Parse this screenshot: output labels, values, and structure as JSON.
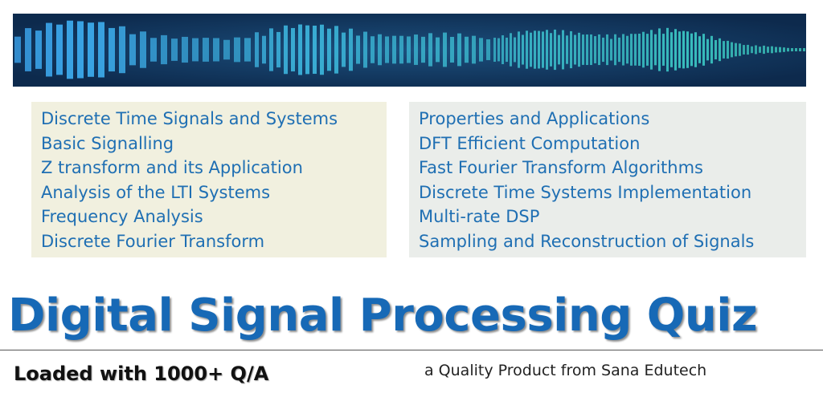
{
  "banner": {
    "icon": "waveform-icon",
    "colors": {
      "background": "#0d2a4d",
      "wave_left": "#3aa0e8",
      "wave_right": "#3fd6c4"
    }
  },
  "topics": {
    "left": [
      "Discrete Time Signals and Systems",
      "Basic Signalling",
      "Z transform and its Application",
      "Analysis of the LTI Systems",
      "Frequency Analysis",
      "Discrete Fourier Transform"
    ],
    "right": [
      "Properties and Applications",
      "DFT Efficient Computation",
      "Fast Fourier Transform Algorithms",
      "Discrete Time Systems Implementation",
      "Multi-rate DSP",
      "Sampling and Reconstruction of Signals"
    ]
  },
  "title": "Digital Signal Processing Quiz",
  "tagline": "Loaded with 1000+ Q/A",
  "credit": "a Quality Product from Sana Edutech",
  "colors": {
    "title": "#1769b6",
    "topic_text": "#1f6fb3",
    "left_box": "#f1f0df",
    "right_box": "#eaedea"
  }
}
